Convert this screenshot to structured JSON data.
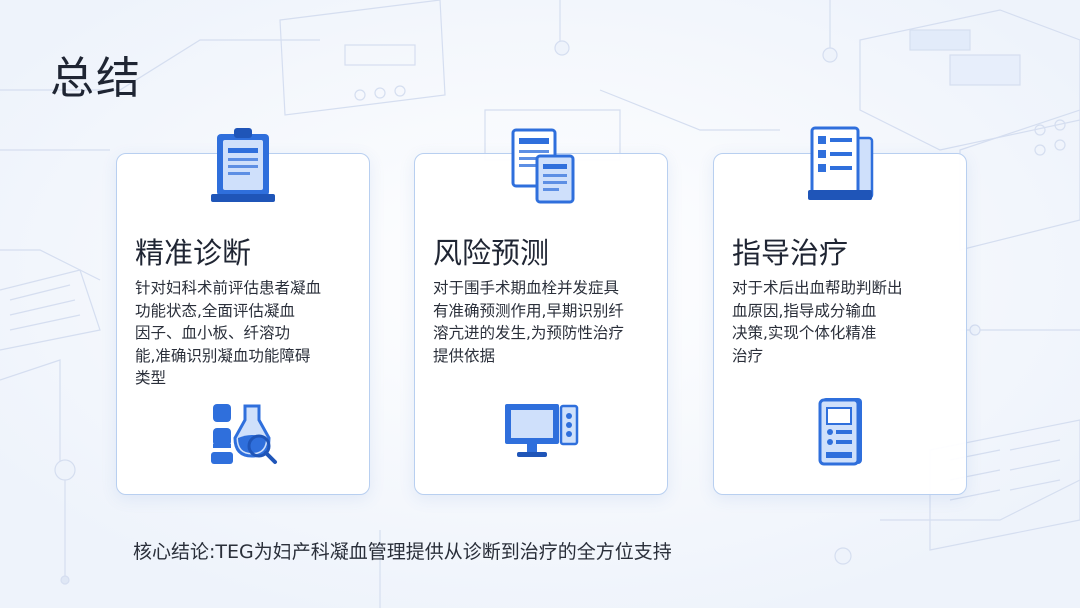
{
  "slide": {
    "title": "总结",
    "conclusion": "核心结论:TEG为妇产科凝血管理提供从诊断到治疗的全方位支持"
  },
  "cards": [
    {
      "heading": "精准诊断",
      "lines": [
        "针对妇科术前评估患者凝血",
        "功能状态,全面评估凝血",
        "因子、血小板、纤溶功",
        "能,准确识别凝血功能障碍",
        "类型"
      ],
      "top_icon": "clipboard-icon",
      "bottom_icon": "lab-test-icon"
    },
    {
      "heading": "风险预测",
      "lines": [
        " 对于围手术期血栓并发症具",
        "有准确预测作用,早期识别纤",
        "溶亢进的发生,为预防性治疗",
        "提供依据"
      ],
      "top_icon": "documents-icon",
      "bottom_icon": "monitor-icon"
    },
    {
      "heading": "指导治疗",
      "lines": [
        "对于术后出血帮助判断出",
        " 血原因,指导成分输血",
        "决策,实现个体化精准",
        "治疗"
      ],
      "top_icon": "report-icon",
      "bottom_icon": "analyzer-device-icon"
    }
  ],
  "colors": {
    "accent": "#2f6fdc",
    "accent_light": "#cfe0fb",
    "card_border": "#b8cff0",
    "text": "#1f2533"
  }
}
